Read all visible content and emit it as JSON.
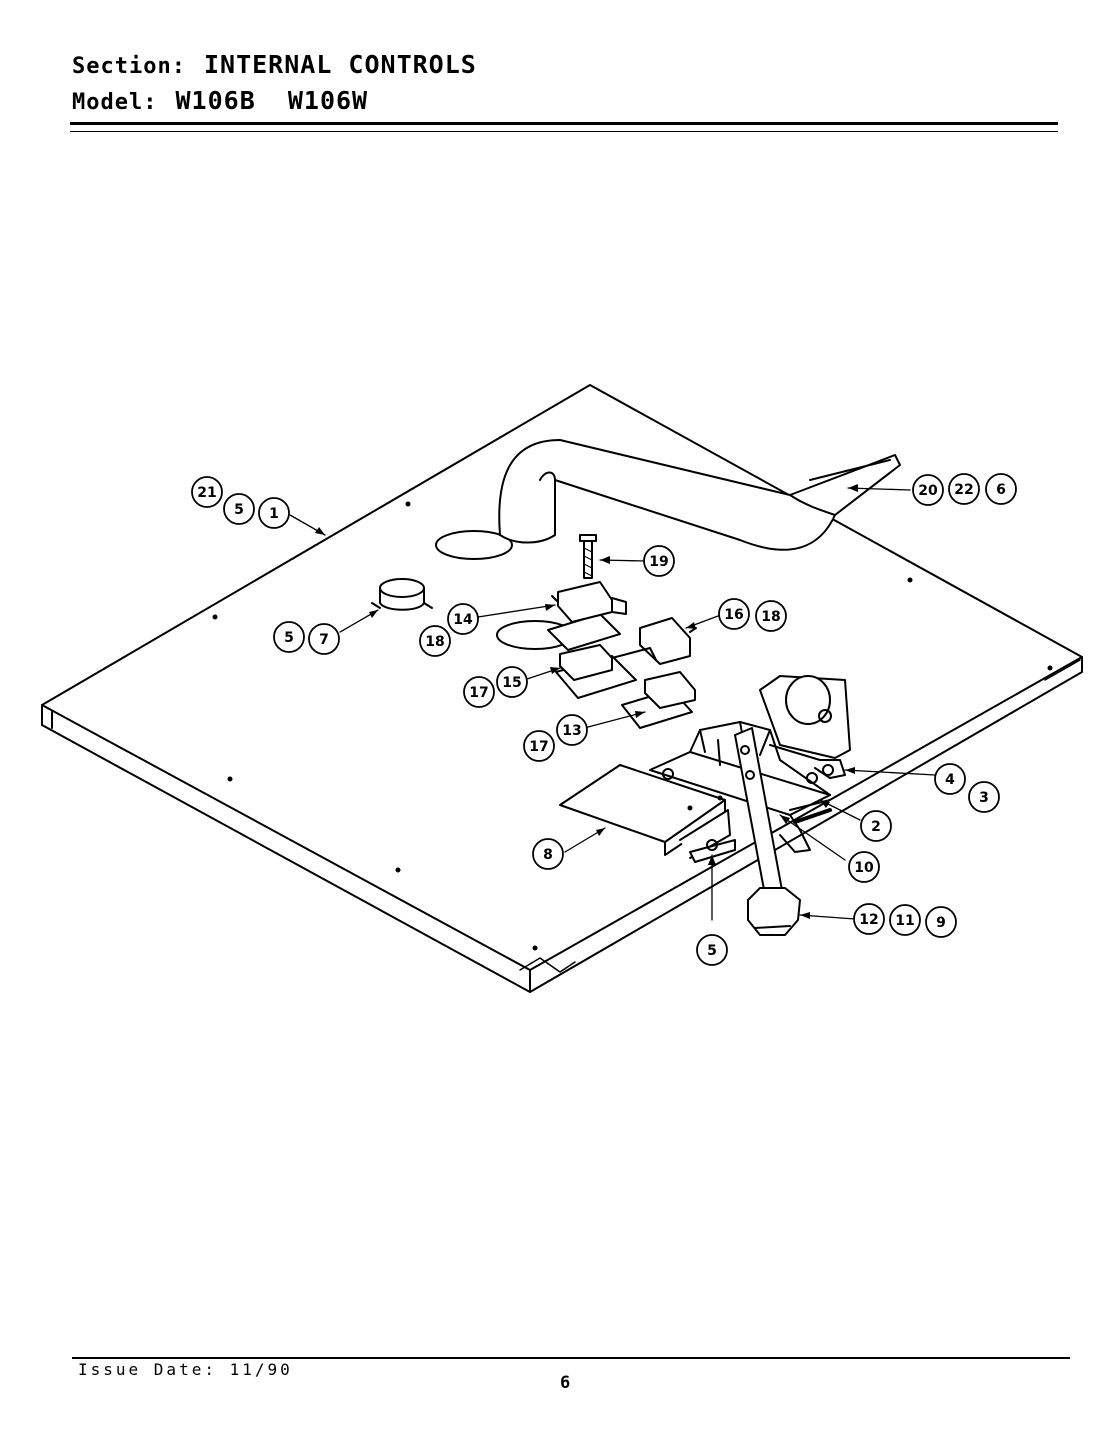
{
  "header": {
    "section_label": "Section:",
    "section_value": "INTERNAL CONTROLS",
    "model_label": "Model:",
    "model_value": "W106B  W106W"
  },
  "footer": {
    "issue_date": "Issue Date: 11/90",
    "page_number": "6"
  },
  "callouts": {
    "c21": "21",
    "c5a": "5",
    "c1": "1",
    "c20": "20",
    "c22": "22",
    "c6": "6",
    "c19": "19",
    "c5b": "5",
    "c7": "7",
    "c14": "14",
    "c18a": "18",
    "c16": "16",
    "c18b": "18",
    "c17a": "17",
    "c15": "15",
    "c17b": "17",
    "c13": "13",
    "c4": "4",
    "c3": "3",
    "c2": "2",
    "c8": "8",
    "c10": "10",
    "c12": "12",
    "c11": "11",
    "c9": "9",
    "c5c": "5"
  }
}
